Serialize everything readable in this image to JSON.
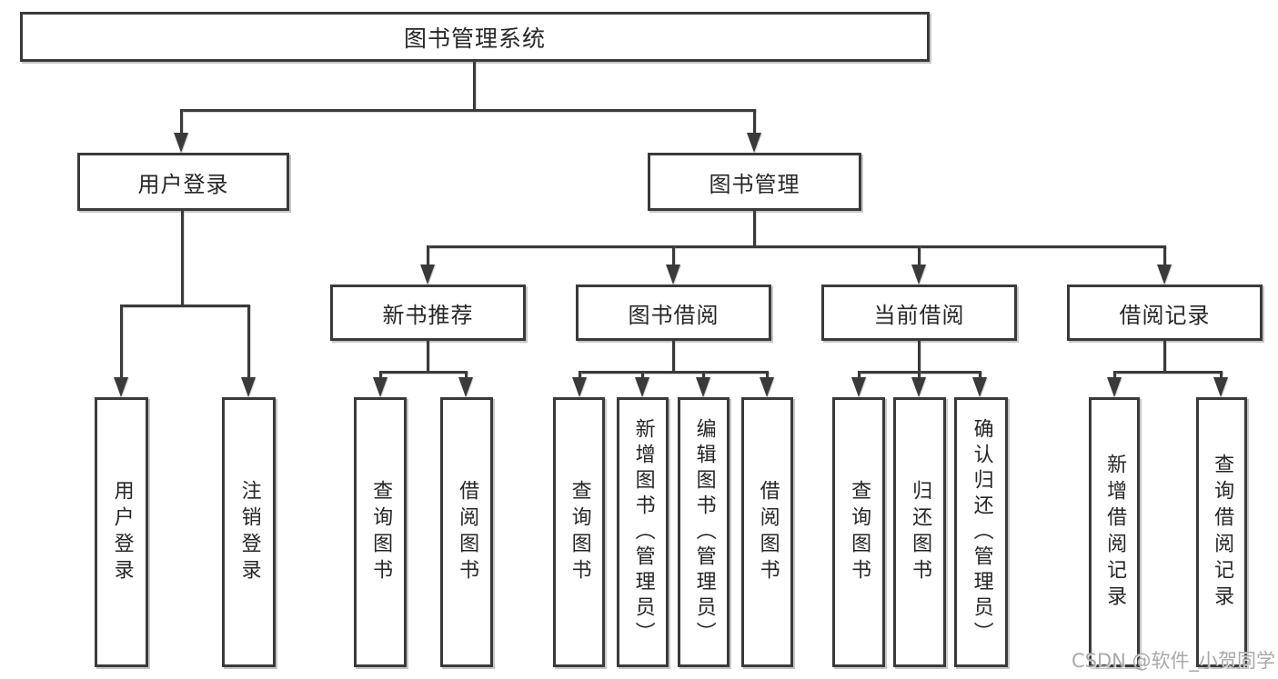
{
  "colors": {
    "line": "#3a3a3a",
    "text": "#262626",
    "background": "#ffffff",
    "watermark": "#a9a9a9"
  },
  "diagram": {
    "title": "图书管理系统",
    "level2": [
      {
        "label": "用户登录",
        "children": [
          {
            "label": "用户登录"
          },
          {
            "label": "注销登录"
          }
        ]
      },
      {
        "label": "图书管理",
        "children": [
          {
            "label": "新书推荐",
            "children": [
              {
                "label": "查询图书"
              },
              {
                "label": "借阅图书"
              }
            ]
          },
          {
            "label": "图书借阅",
            "children": [
              {
                "label": "查询图书"
              },
              {
                "label": "新增图书（管理员）"
              },
              {
                "label": "编辑图书（管理员）"
              },
              {
                "label": "借阅图书"
              }
            ]
          },
          {
            "label": "当前借阅",
            "children": [
              {
                "label": "查询图书"
              },
              {
                "label": "归还图书"
              },
              {
                "label": "确认归还（管理员）"
              }
            ]
          },
          {
            "label": "借阅记录",
            "children": [
              {
                "label": "新增借阅记录"
              },
              {
                "label": "查询借阅记录"
              }
            ]
          }
        ]
      }
    ]
  },
  "watermark": {
    "text": "CSDN @软件_小贺同学"
  }
}
